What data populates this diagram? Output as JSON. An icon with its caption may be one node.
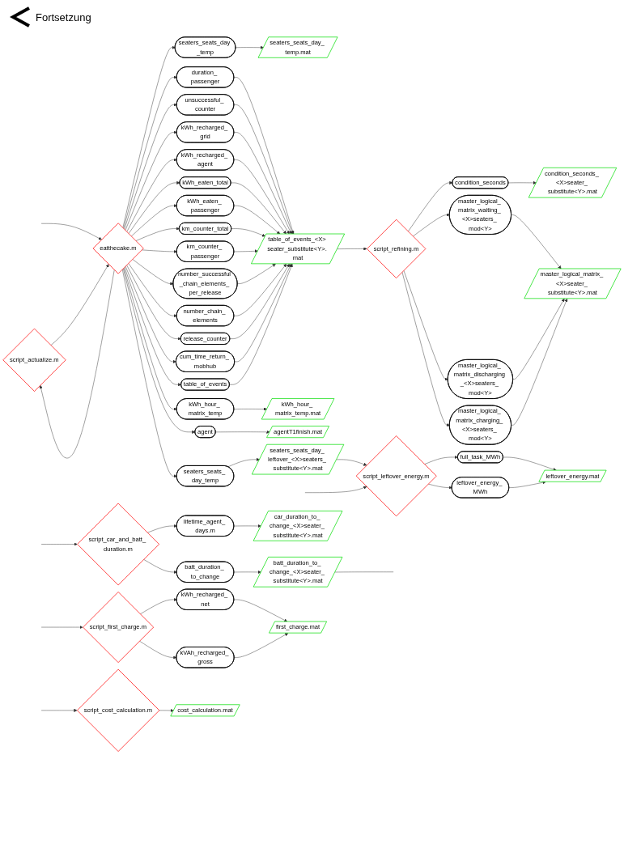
{
  "diagram": {
    "nodes": [
      {
        "text": [
          "script_actualize.m"
        ]
      },
      {
        "text": [
          "eatthecake.m"
        ]
      },
      {
        "text": [
          "seaters_seats_day _temp"
        ]
      },
      {
        "text": [
          "seaters_seats_day_ temp.mat"
        ]
      },
      {
        "text": [
          "duration_ passenger"
        ]
      },
      {
        "text": [
          "unsuccessful_ counter"
        ]
      },
      {
        "text": [
          "kWh_recharged_ grid"
        ]
      },
      {
        "text": [
          "kWh_recharged_ agent"
        ]
      },
      {
        "text": [
          "kWh_eaten_total"
        ]
      },
      {
        "text": [
          "kWh_eaten_ passenger"
        ]
      },
      {
        "text": [
          "km_counter_total"
        ]
      },
      {
        "text": [
          "km_counter_ passenger"
        ]
      },
      {
        "text": [
          "number_successful _chain_elements_ per_release"
        ]
      },
      {
        "text": [
          "number_chain_ elements"
        ]
      },
      {
        "text": [
          "release_counter"
        ]
      },
      {
        "text": [
          "cum_time_return_ mobhub"
        ]
      },
      {
        "text": [
          "table_of_events"
        ]
      },
      {
        "text": [
          "table_of_events_<X> seater_substitute<Y>. mat"
        ]
      },
      {
        "text": [
          "kWh_hour_ matrix_temp"
        ]
      },
      {
        "text": [
          "kWh_hour_ matrix_temp.mat"
        ]
      },
      {
        "text": [
          "agent"
        ]
      },
      {
        "text": [
          "agentT1finish.mat"
        ]
      },
      {
        "text": [
          "seaters_seats_ day_temp"
        ]
      },
      {
        "text": [
          "seaters_seats_day_ leftover_<X>seaters_ substitute<Y>.mat"
        ]
      },
      {
        "text": [
          "script_refining.m"
        ]
      },
      {
        "text": [
          "condition_seconds"
        ]
      },
      {
        "text": [
          "condition_seconds_ <X>seater_ substitute<Y>.mat"
        ]
      },
      {
        "text": [
          "master_logical_ matrix_waiting_ <X>seaters_ mod<Y>"
        ]
      },
      {
        "text": [
          "master_logical_ matrix_discharging _<X>seaters_ mod<Y>"
        ]
      },
      {
        "text": [
          "master_logical_ matrix_charging_ <X>seaters_ mod<Y>"
        ]
      },
      {
        "text": [
          "master_logical_matrix_ <X>seater_ substitute<Y>.mat"
        ]
      },
      {
        "text": [
          "script_leftover_energy.m"
        ]
      },
      {
        "text": [
          "full_task_MWh"
        ]
      },
      {
        "text": [
          "leftover_energy_ MWh"
        ]
      },
      {
        "text": [
          "leftover_energy.mat"
        ]
      },
      {
        "text": [
          "script_car_and_batt_ duration.m"
        ]
      },
      {
        "text": [
          "lifetime_agent_ days.m"
        ]
      },
      {
        "text": [
          "car_duration_to_ change_<X>seater_ substitute<Y>.mat"
        ]
      },
      {
        "text": [
          "batt_duration_ to_change"
        ]
      },
      {
        "text": [
          "batt_duration_to_ change_<X>seater_ substitute<Y>.mat"
        ]
      },
      {
        "text": [
          "script_first_charge.m"
        ]
      },
      {
        "text": [
          "kWh_recharged_ net"
        ]
      },
      {
        "text": [
          "kVAh_recharged_ gross"
        ]
      },
      {
        "text": [
          "first_charge.mat"
        ]
      },
      {
        "text": [
          "script_cost_calculation.m"
        ]
      },
      {
        "text": [
          "cost_calculation.mat"
        ]
      }
    ],
    "edges": [
      {
        "from": null,
        "to": 1,
        "arrow": "to"
      },
      {
        "from": 1,
        "to": 0,
        "arrow": "to"
      },
      {
        "from": 0,
        "to": 1,
        "arrow": "to"
      },
      {
        "from": 1,
        "to": 2,
        "arrow": "to"
      },
      {
        "from": 1,
        "to": 4,
        "arrow": "to"
      },
      {
        "from": 1,
        "to": 5,
        "arrow": "to"
      },
      {
        "from": 1,
        "to": 6,
        "arrow": "to"
      },
      {
        "from": 1,
        "to": 7,
        "arrow": "to"
      },
      {
        "from": 1,
        "to": 8,
        "arrow": "to"
      },
      {
        "from": 1,
        "to": 9,
        "arrow": "to"
      },
      {
        "from": 1,
        "to": 10,
        "arrow": "to"
      },
      {
        "from": 1,
        "to": 11,
        "arrow": "to"
      },
      {
        "from": 1,
        "to": 12,
        "arrow": "to"
      },
      {
        "from": 1,
        "to": 13,
        "arrow": "to"
      },
      {
        "from": 1,
        "to": 14,
        "arrow": "to"
      },
      {
        "from": 1,
        "to": 15,
        "arrow": "to"
      },
      {
        "from": 1,
        "to": 16,
        "arrow": "to"
      },
      {
        "from": 1,
        "to": 18,
        "arrow": "to"
      },
      {
        "from": 1,
        "to": 20,
        "arrow": "to"
      },
      {
        "from": 1,
        "to": 22,
        "arrow": "to"
      },
      {
        "from": 2,
        "to": 3,
        "arrow": "to"
      },
      {
        "from": 4,
        "to": 17,
        "arrow": "to"
      },
      {
        "from": 5,
        "to": 17,
        "arrow": "to"
      },
      {
        "from": 6,
        "to": 17,
        "arrow": "to"
      },
      {
        "from": 7,
        "to": 17,
        "arrow": "to"
      },
      {
        "from": 8,
        "to": 17,
        "arrow": "to"
      },
      {
        "from": 9,
        "to": 17,
        "arrow": "to"
      },
      {
        "from": 10,
        "to": 17,
        "arrow": "to"
      },
      {
        "from": 11,
        "to": 17,
        "arrow": "to"
      },
      {
        "from": 12,
        "to": 17,
        "arrow": "to"
      },
      {
        "from": 13,
        "to": 17,
        "arrow": "to"
      },
      {
        "from": 14,
        "to": 17,
        "arrow": "to"
      },
      {
        "from": 15,
        "to": 17,
        "arrow": "to"
      },
      {
        "from": 16,
        "to": 17,
        "arrow": "to"
      },
      {
        "from": 18,
        "to": 19,
        "arrow": "to"
      },
      {
        "from": 20,
        "to": 21,
        "arrow": "to"
      },
      {
        "from": 22,
        "to": 23,
        "arrow": "to"
      },
      {
        "from": 17,
        "to": 24,
        "arrow": "to"
      },
      {
        "from": 24,
        "to": 25,
        "arrow": "to"
      },
      {
        "from": 24,
        "to": 27,
        "arrow": "to"
      },
      {
        "from": 24,
        "to": 28,
        "arrow": "to"
      },
      {
        "from": 24,
        "to": 29,
        "arrow": "to"
      },
      {
        "from": 25,
        "to": 26,
        "arrow": "to"
      },
      {
        "from": 27,
        "to": 30,
        "arrow": "to"
      },
      {
        "from": 28,
        "to": 30,
        "arrow": "to"
      },
      {
        "from": 29,
        "to": 30,
        "arrow": "to"
      },
      {
        "from": 23,
        "to": 31,
        "arrow": "to"
      },
      {
        "from": null,
        "to": 31,
        "arrow": "to"
      },
      {
        "from": 31,
        "to": 32,
        "arrow": "to"
      },
      {
        "from": 31,
        "to": 33,
        "arrow": "to"
      },
      {
        "from": 32,
        "to": 34,
        "arrow": "to"
      },
      {
        "from": 33,
        "to": 34,
        "arrow": "to"
      },
      {
        "from": null,
        "to": 35,
        "arrow": "to"
      },
      {
        "from": 35,
        "to": 36,
        "arrow": "to"
      },
      {
        "from": 35,
        "to": 38,
        "arrow": "to"
      },
      {
        "from": 36,
        "to": 37,
        "arrow": "to"
      },
      {
        "from": 38,
        "to": 39,
        "arrow": "to"
      },
      {
        "from": 39,
        "to": null,
        "arrow": "none"
      },
      {
        "from": null,
        "to": 40,
        "arrow": "to"
      },
      {
        "from": 40,
        "to": 41,
        "arrow": "to"
      },
      {
        "from": 40,
        "to": 42,
        "arrow": "to"
      },
      {
        "from": 41,
        "to": 43,
        "arrow": "to"
      },
      {
        "from": 42,
        "to": 43,
        "arrow": "to"
      },
      {
        "from": null,
        "to": 44,
        "arrow": "to"
      },
      {
        "from": 44,
        "to": 45,
        "arrow": "to"
      }
    ],
    "labels": [
      "Fortsetzung"
    ]
  }
}
